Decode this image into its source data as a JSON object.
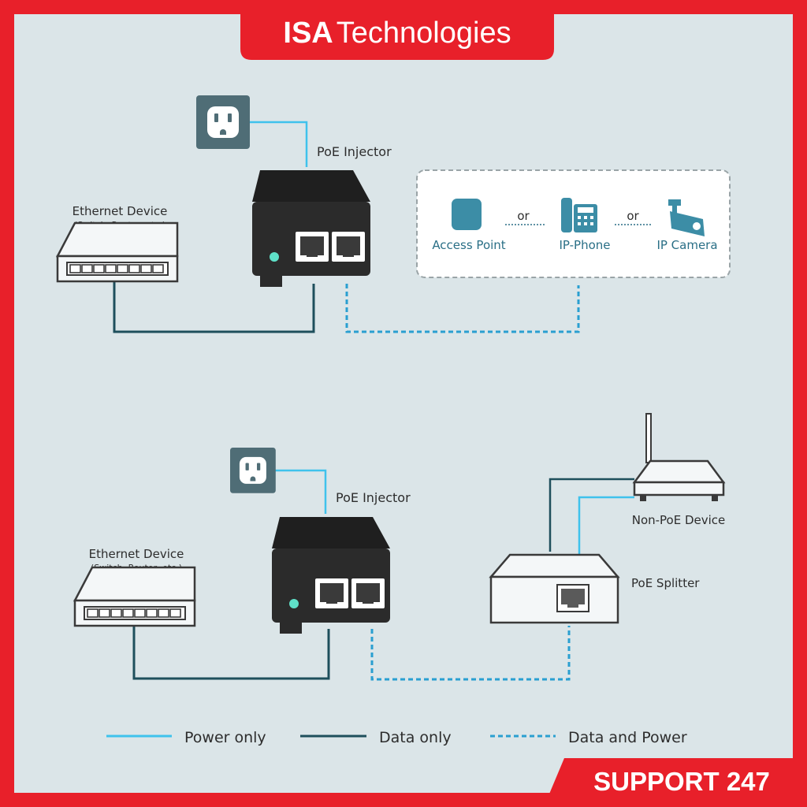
{
  "brand": {
    "name_bold": "ISA",
    "name_rest": "Technologies",
    "support": "SUPPORT 247"
  },
  "colors": {
    "brand_red": "#e8202a",
    "panel_bg": "#dbe5e8",
    "power_line": "#3fc2ec",
    "data_line": "#1e4f5c",
    "device_teal": "#3c8da6",
    "injector_body": "#2b2b2b"
  },
  "top": {
    "injector_label": "PoE Injector",
    "ethernet_label": "Ethernet Device",
    "ethernet_sub": "(Switch, Router, etc.)",
    "devices": {
      "ap": "Access Point",
      "phone": "IP-Phone",
      "camera": "IP Camera",
      "or1": "or",
      "or2": "or"
    }
  },
  "bottom": {
    "injector_label": "PoE Injector",
    "ethernet_label": "Ethernet Device",
    "ethernet_sub": "(Switch, Router, etc.)",
    "nonpoe_label": "Non-PoE Device",
    "splitter_label": "PoE Splitter"
  },
  "legend": {
    "power": "Power only",
    "data": "Data only",
    "both": "Data and Power"
  },
  "icons": {
    "outlet": "power-outlet-icon",
    "switch": "network-switch-icon",
    "ap": "access-point-icon",
    "phone": "ip-phone-icon",
    "camera": "ip-camera-icon",
    "router": "router-icon",
    "splitter": "poe-splitter-icon"
  }
}
